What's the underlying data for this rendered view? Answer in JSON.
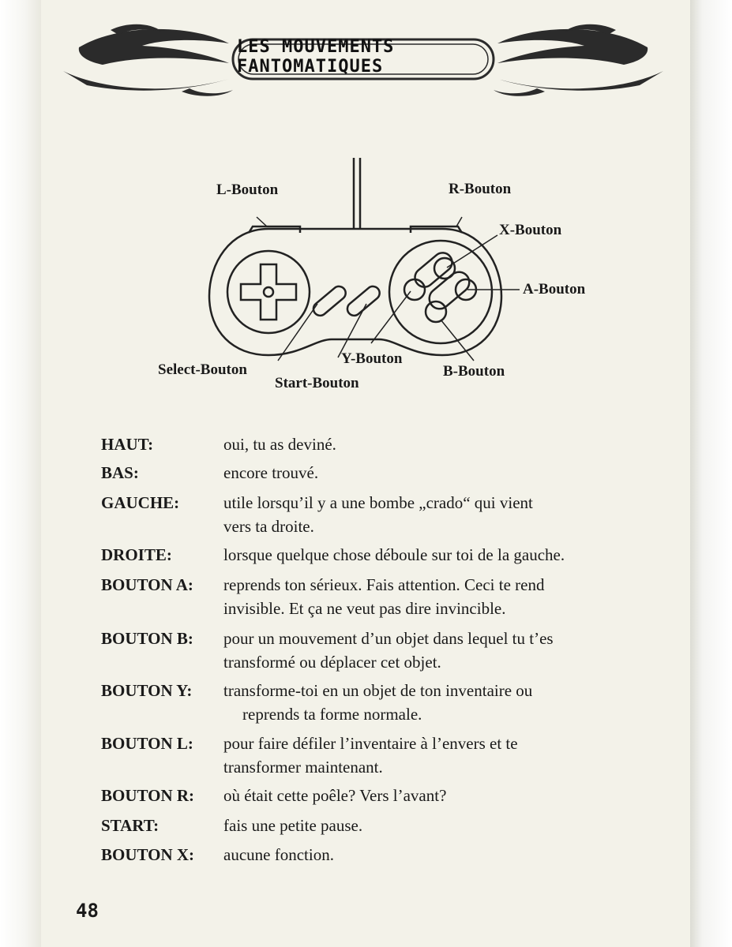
{
  "header": {
    "title": "LES MOUVEMENTS FANTOMATIQUES"
  },
  "controller_labels": {
    "l": "L-Bouton",
    "r": "R-Bouton",
    "x": "X-Bouton",
    "a": "A-Bouton",
    "y": "Y-Bouton",
    "b": "B-Bouton",
    "select": "Select-Bouton",
    "start": "Start-Bouton"
  },
  "mappings": [
    {
      "key": "HAUT:",
      "lines": [
        "oui, tu as deviné."
      ]
    },
    {
      "key": "BAS:",
      "lines": [
        "encore trouvé."
      ]
    },
    {
      "key": "GAUCHE:",
      "lines": [
        "utile lorsqu’il y a une bombe „crado“ qui vient",
        "vers ta droite."
      ]
    },
    {
      "key": "DROITE:",
      "lines": [
        "lorsque quelque chose déboule sur toi de la gauche."
      ]
    },
    {
      "key": "BOUTON A:",
      "lines": [
        "reprends ton sérieux. Fais attention. Ceci te rend",
        "invisible. Et ça ne veut pas dire invincible."
      ]
    },
    {
      "key": "BOUTON B:",
      "lines": [
        "pour un mouvement d’un objet dans lequel tu t’es",
        "transformé ou déplacer cet objet."
      ]
    },
    {
      "key": "BOUTON Y:",
      "lines": [
        "transforme-toi en un objet de ton inventaire ou",
        "reprends ta forme normale."
      ]
    },
    {
      "key": "BOUTON L:",
      "lines": [
        "pour faire défiler l’inventaire à l’envers et te",
        "transformer maintenant."
      ]
    },
    {
      "key": "BOUTON R:",
      "lines": [
        "où était cette poêle? Vers l’avant?"
      ]
    },
    {
      "key": "START:",
      "lines": [
        "fais une petite pause."
      ]
    },
    {
      "key": "BOUTON X:",
      "lines": [
        "aucune fonction."
      ]
    }
  ],
  "page_number": "48"
}
